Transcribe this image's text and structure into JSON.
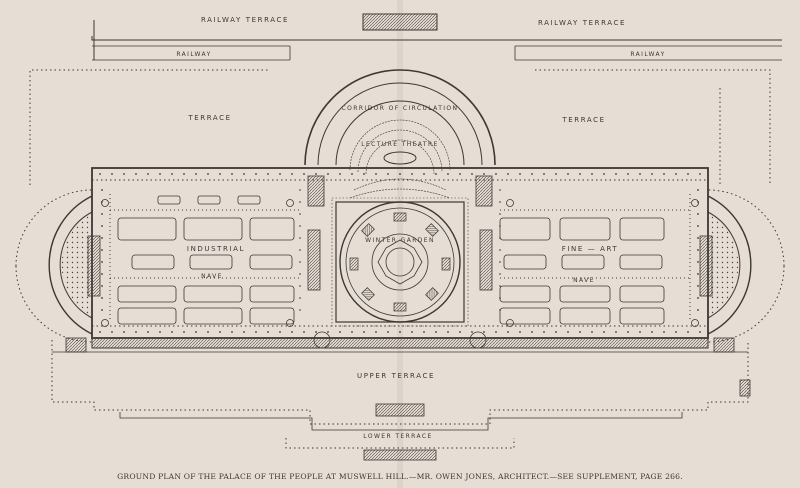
{
  "labels": {
    "railway_terrace_left": "RAILWAY TERRACE",
    "railway_terrace_right": "RAILWAY TERRACE",
    "railway_left": "RAILWAY",
    "railway_right": "RAILWAY",
    "terrace_left": "TERRACE",
    "terrace_right": "TERRACE",
    "corridor": "CORRIDOR OF CIRCULATION",
    "lecture_theatre": "LECTURE THEATRE",
    "winter_garden": "WINTER GARDEN",
    "industrial": "INDUSTRIAL",
    "industrial_nave": "NAVE",
    "fine_art": "FINE — ART",
    "fine_art_nave": "NAVE",
    "upper_terrace": "UPPER TERRACE",
    "lower_terrace": "LOWER TERRACE"
  },
  "caption": "GROUND PLAN OF THE PALACE OF THE PEOPLE AT MUSWELL HILL.—MR. OWEN JONES, ARCHITECT.—SEE SUPPLEMENT, PAGE 266.",
  "colors": {
    "paper": "#e6ddd4",
    "ink": "#3c3833"
  }
}
